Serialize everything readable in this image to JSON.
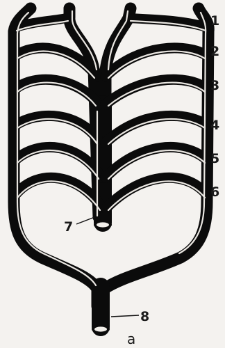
{
  "diagram": {
    "labels": {
      "l1": "1",
      "l2": "2",
      "l3": "3",
      "l4": "4",
      "l5": "5",
      "l6": "6",
      "l7": "7",
      "l8": "8",
      "la": "a"
    },
    "colors": {
      "vessel": "#0b0b0b",
      "highlight": "#e9e6e1",
      "background": "#f4f2ef",
      "lumen": "#f1eee9"
    }
  }
}
